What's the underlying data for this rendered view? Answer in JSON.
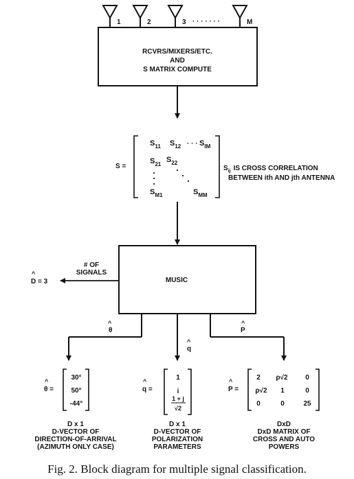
{
  "antennas": {
    "labels": [
      "1",
      "2",
      "3",
      "M"
    ],
    "dots": "· · · · · · ·"
  },
  "rcvr_box": {
    "line1": "RCVRS/MIXERS/ETC.",
    "line2": "AND",
    "line3": "S MATRIX COMPUTE"
  },
  "s_matrix": {
    "lhs": "S =",
    "r1": {
      "a": "S",
      "a_sub": "11",
      "b": "S",
      "b_sub": "12",
      "dots": "· · ·",
      "c": "S",
      "c_sub": "IM"
    },
    "r2": {
      "a": "S",
      "a_sub": "21",
      "b": "S",
      "b_sub": "22"
    },
    "r3": {
      "a": "S",
      "a_sub": "M1",
      "c": "S",
      "c_sub": "MM"
    },
    "note_sym": "S",
    "note_sub": "ij",
    "note_line1": "IS CROSS CORRELATION",
    "note_line2": "BETWEEN ith AND jth ANTENNA"
  },
  "music_box": {
    "label": "MUSIC"
  },
  "signals": {
    "label_line1": "# OF",
    "label_line2": "SIGNALS",
    "value": "D = 3"
  },
  "branches": {
    "theta": "θ",
    "q": "q",
    "p": "P"
  },
  "theta_vec": {
    "lhs": "θ =",
    "values": [
      "30°",
      "50°",
      "-44°"
    ],
    "dim": "D x 1",
    "desc1": "D-VECTOR OF",
    "desc2": "DIRECTION-OF-ARRIVAL",
    "desc3": "(AZIMUTH ONLY CASE)"
  },
  "q_vec": {
    "lhs": "q =",
    "values": [
      "1",
      "i"
    ],
    "frac_num": "1 + j",
    "frac_den": "√2",
    "dim": "D x 1",
    "desc1": "D-VECTOR OF",
    "desc2": "POLARIZATION",
    "desc3": "PARAMETERS"
  },
  "p_mat": {
    "lhs": "P =",
    "rows": [
      [
        "2",
        "ρ√2",
        "0"
      ],
      [
        "ρ√2",
        "1",
        "0"
      ],
      [
        "0",
        "0",
        "25"
      ]
    ],
    "dim": "DxD",
    "desc1": "DxD MATRIX OF",
    "desc2": "CROSS AND AUTO",
    "desc3": "POWERS"
  },
  "caption": "Fig. 2.   Block diagram for multiple signal classification."
}
